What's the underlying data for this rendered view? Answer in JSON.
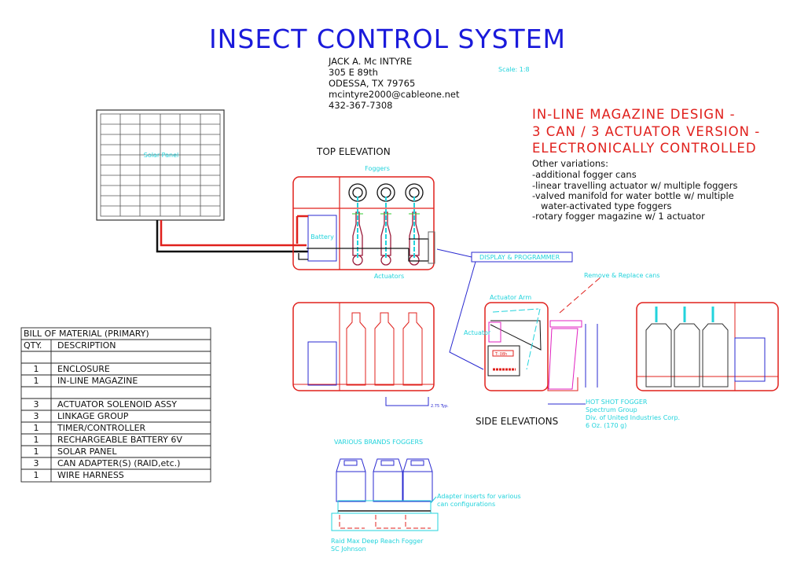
{
  "title": "INSECT CONTROL SYSTEM",
  "author": {
    "lines": [
      "JACK A. Mc INTYRE",
      "305 E 89th",
      "ODESSA, TX  79765",
      "mcintyre2000@cableone.net",
      "432-367-7308"
    ]
  },
  "scale": "Scale: 1:8",
  "design_heading": [
    "IN-LINE MAGAZINE DESIGN -",
    "3 CAN / 3 ACTUATOR VERSION -",
    "ELECTRONICALLY CONTROLLED"
  ],
  "variations": {
    "heading": "Other variations:",
    "items": [
      "-additional fogger cans",
      "-linear travelling actuator w/ multiple foggers",
      "-valved manifold for water bottle w/ multiple",
      "   water-activated type foggers",
      "-rotary fogger magazine w/ 1 actuator"
    ]
  },
  "solar_panel": {
    "label": "Solar Panel"
  },
  "top_elevation": {
    "label": "TOP ELEVATION",
    "foggers": "Foggers",
    "actuators": "Actuators",
    "battery": "Battery"
  },
  "display_programmer": "DISPLAY & PROGRAMMER",
  "side_elevations": {
    "label": "SIDE ELEVATIONS",
    "actuator_arm": "Actuator Arm",
    "actuator": "Actuator",
    "remove_replace": "Remove & Replace cans",
    "dimension_typ": "2.75 Typ.",
    "display_readout": "T: 08h"
  },
  "hot_shot": [
    "HOT SHOT FOGGER",
    "Spectrum Group",
    "Div. of United Industries Corp.",
    "6 Oz. (170 g)"
  ],
  "bom": {
    "title": "BILL OF MATERIAL (PRIMARY)",
    "headers": {
      "qty": "QTY.",
      "description": "DESCRIPTION"
    },
    "rows": [
      {
        "qty": "",
        "desc": ""
      },
      {
        "qty": "1",
        "desc": "ENCLOSURE"
      },
      {
        "qty": "1",
        "desc": "IN-LINE MAGAZINE"
      },
      {
        "qty": "",
        "desc": ""
      },
      {
        "qty": "3",
        "desc": "ACTUATOR SOLENOID ASSY"
      },
      {
        "qty": "3",
        "desc": "LINKAGE GROUP"
      },
      {
        "qty": "1",
        "desc": "TIMER/CONTROLLER"
      },
      {
        "qty": "1",
        "desc": "RECHARGEABLE BATTERY 6V"
      },
      {
        "qty": "1",
        "desc": "SOLAR PANEL"
      },
      {
        "qty": "3",
        "desc": "CAN ADAPTER(S)  (RAID,etc.)"
      },
      {
        "qty": "1",
        "desc": "WIRE HARNESS"
      }
    ]
  },
  "various_brands": {
    "label": "VARIOUS BRANDS FOGGERS",
    "adapter_note": [
      "Adapter inserts for various",
      "can configurations"
    ],
    "product": [
      "Raid Max Deep Reach Fogger",
      "SC Johnson"
    ]
  },
  "colors": {
    "title": "#1a1adb",
    "red": "#e0201c",
    "cyan": "#22d3dc",
    "blue": "#2a2ad0",
    "magenta": "#e020c0"
  }
}
